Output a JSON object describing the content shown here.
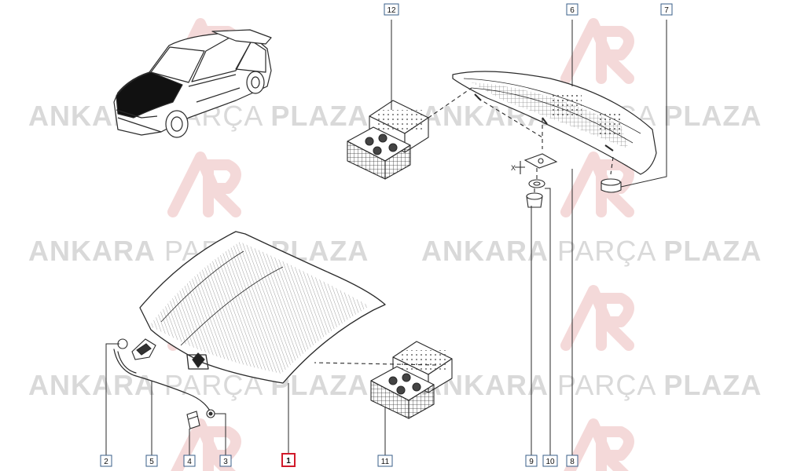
{
  "watermark": {
    "word1": "ANKARA",
    "word2": "PARÇA",
    "word3": "PLAZA",
    "color": "#d9d9d9"
  },
  "callouts": [
    {
      "id": "callout-1",
      "label": "1",
      "highlighted": true
    },
    {
      "id": "callout-2",
      "label": "2",
      "highlighted": false
    },
    {
      "id": "callout-3",
      "label": "3",
      "highlighted": false
    },
    {
      "id": "callout-4",
      "label": "4",
      "highlighted": false
    },
    {
      "id": "callout-5",
      "label": "5",
      "highlighted": false
    },
    {
      "id": "callout-6",
      "label": "6",
      "highlighted": false
    },
    {
      "id": "callout-7",
      "label": "7",
      "highlighted": false
    },
    {
      "id": "callout-8",
      "label": "8",
      "highlighted": false
    },
    {
      "id": "callout-9",
      "label": "9",
      "highlighted": false
    },
    {
      "id": "callout-10",
      "label": "10",
      "highlighted": false
    },
    {
      "id": "callout-11",
      "label": "11",
      "highlighted": false
    },
    {
      "id": "callout-12",
      "label": "12",
      "highlighted": false
    }
  ],
  "axis_label": "X",
  "colors": {
    "line": "#2a2a2a",
    "callout_border": "#3a5f8a",
    "highlight_border": "#d11a2a",
    "watermark_logo": "#f3d6d6"
  }
}
